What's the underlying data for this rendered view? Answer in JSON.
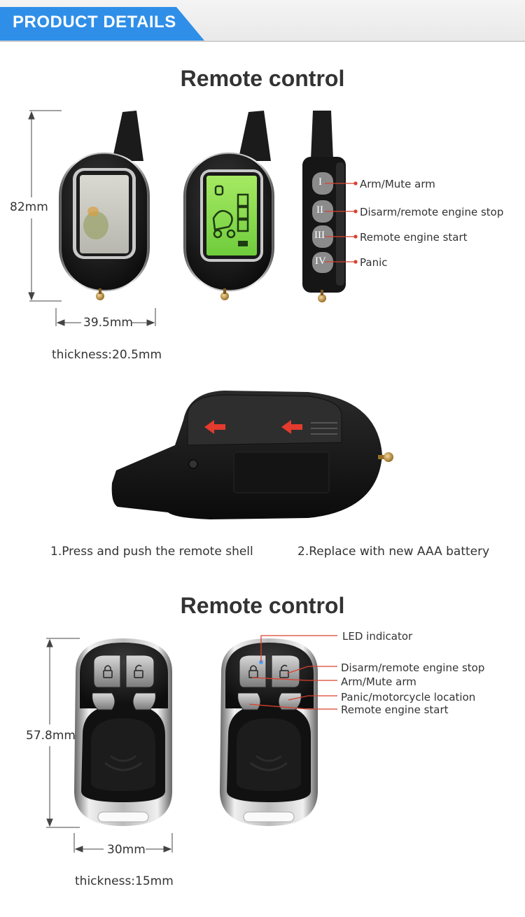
{
  "header": {
    "title": "PRODUCT DETAILS"
  },
  "section1": {
    "title": "Remote control",
    "height_label": "82mm",
    "width_label": "39.5mm",
    "thickness_label": "thickness:20.5mm",
    "button_labels": [
      "Arm/Mute arm",
      "Disarm/remote engine stop",
      "Remote engine start",
      "Panic"
    ],
    "button_marks": [
      "I",
      "II",
      "III",
      "IV"
    ]
  },
  "battery": {
    "step1": "1.Press and push the remote shell",
    "step2": "2.Replace with new AAA battery"
  },
  "section2": {
    "title": "Remote control",
    "height_label": "57.8mm",
    "width_label": "30mm",
    "thickness_label": "thickness:15mm",
    "labels": [
      "LED indicator",
      "Disarm/remote engine stop",
      "Arm/Mute arm",
      "Panic/motorcycle location",
      "Remote engine start"
    ]
  },
  "colors": {
    "accent": "#2f8fe8",
    "lcd_green": "#8fe04a",
    "arrow_red": "#e53a2e",
    "callout_red": "#d9412f"
  }
}
